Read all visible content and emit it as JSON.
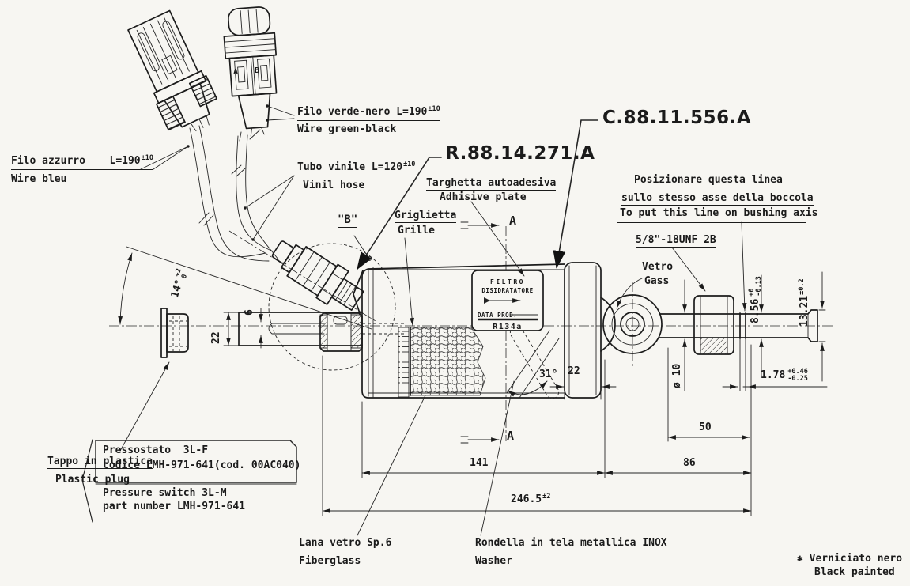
{
  "parts": {
    "r_number": "R.88.14.271.A",
    "c_number": "C.88.11.556.A"
  },
  "labels": {
    "filo_azzurro": {
      "it": "Filo azzurro",
      "len": "L=190",
      "tol": "±10",
      "en": "Wire bleu"
    },
    "filo_verde": {
      "it": "Filo verde-nero L=190",
      "tol": "±10",
      "en": "Wire green-black"
    },
    "tubo_vinile": {
      "it": "Tubo vinile L=120",
      "tol": "±10",
      "en": "Vinil hose"
    },
    "targhetta": {
      "it": "Targhetta autoadesiva",
      "en": "Adhisive plate"
    },
    "posizionare": {
      "it1": "Posizionare questa linea",
      "it2": "sullo stesso asse della boccola",
      "en": "To put this line on bushing axis"
    },
    "detail_b": "\"B\"",
    "griglietta": {
      "it": "Griglietta",
      "en": "Grille"
    },
    "thread": "5/8\"-18UNF 2B",
    "vetro": {
      "it": "Vetro",
      "en": "Gass"
    },
    "tappo": {
      "it": "Tappo in plastica",
      "en": "Plastic plug"
    },
    "pressostato": {
      "it1": "Pressostato  3L-F",
      "it2": "codice LMH-971-641(cod. 00AC040)",
      "en1": "Pressure switch 3L-M",
      "en2": "part number LMH-971-641"
    },
    "lana": {
      "it": "Lana vetro Sp.6",
      "en": "Fiberglass"
    },
    "rondella": {
      "it": "Rondella in tela metallica INOX",
      "en": "Washer"
    },
    "verniciato": {
      "sym": "✱",
      "it": "Verniciato nero",
      "en": "Black painted"
    }
  },
  "plate": {
    "line1": "FILTRO",
    "line2": "DISIDRATATORE",
    "data_prod": "DATA PROD.",
    "gas": "R134a"
  },
  "dims": {
    "d141": "141",
    "d86": "86",
    "d246": "246.5",
    "d246_tol": "±2",
    "d50": "50",
    "d22_cap": "22",
    "d31": "31°",
    "d856": "8.56",
    "d856_tol_up": "+0",
    "d856_tol_dn": "-0.13",
    "d1321": "13.21",
    "d1321_tol": "±0.2",
    "d178": "1.78",
    "d178_tol_up": "+0.46",
    "d178_tol_dn": "-0.25",
    "dphi10": "ø 10",
    "d14": "14°",
    "d14_tol_up": "+2",
    "d14_tol_dn": "0",
    "d22_tube": "22",
    "d6": "6"
  },
  "sections": {
    "a": "A"
  },
  "pins": {
    "a": "A",
    "b": "B"
  }
}
